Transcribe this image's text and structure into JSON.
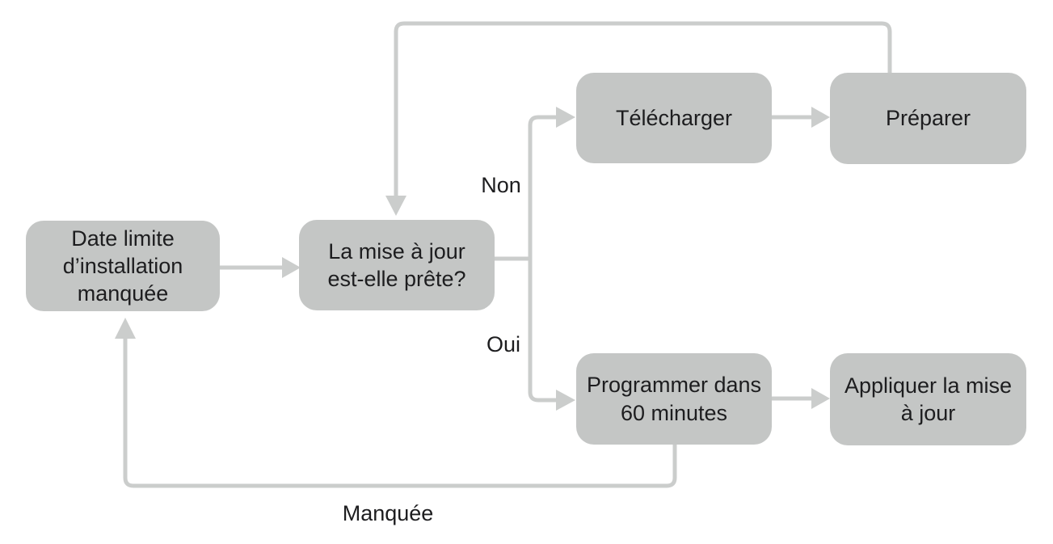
{
  "diagram": {
    "type": "flowchart",
    "nodes": [
      {
        "id": "deadline-missed",
        "label": "Date limite\nd’installation\nmanquée"
      },
      {
        "id": "update-ready",
        "label": "La mise à jour\nest-elle prête?"
      },
      {
        "id": "download",
        "label": "Télécharger"
      },
      {
        "id": "prepare",
        "label": "Préparer"
      },
      {
        "id": "schedule-60",
        "label": "Programmer dans\n60 minutes"
      },
      {
        "id": "apply-update",
        "label": "Appliquer la mise\nà jour"
      }
    ],
    "edges": [
      {
        "from": "deadline-missed",
        "to": "update-ready",
        "label": ""
      },
      {
        "from": "update-ready",
        "to": "download",
        "label": "Non"
      },
      {
        "from": "update-ready",
        "to": "schedule-60",
        "label": "Oui"
      },
      {
        "from": "download",
        "to": "prepare",
        "label": ""
      },
      {
        "from": "prepare",
        "to": "update-ready",
        "label": ""
      },
      {
        "from": "schedule-60",
        "to": "apply-update",
        "label": ""
      },
      {
        "from": "schedule-60",
        "to": "deadline-missed",
        "label": "Manquée"
      }
    ],
    "colors": {
      "node_fill": "#c4c6c5",
      "connector": "#cbcdcc",
      "text": "#1d1d1f",
      "background": "#ffffff"
    }
  }
}
